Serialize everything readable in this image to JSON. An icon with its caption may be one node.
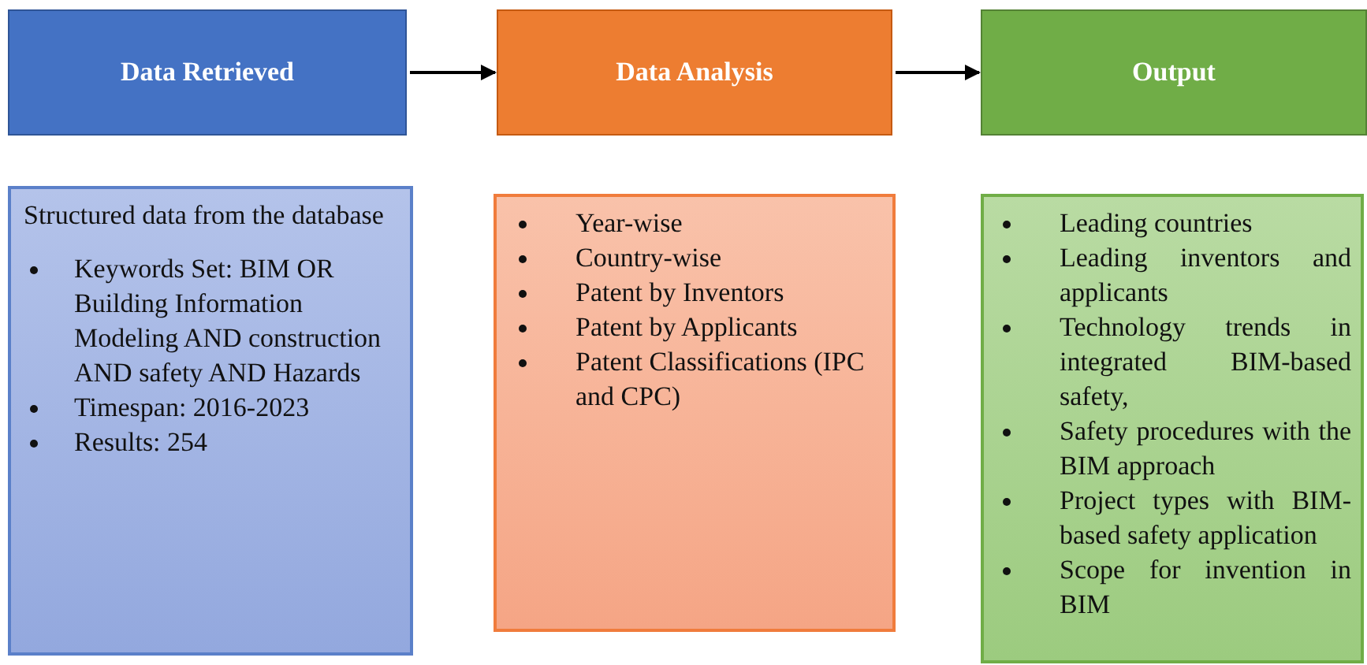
{
  "diagram": {
    "nodes": [
      {
        "text": [
          "Data Retrieved"
        ]
      },
      {
        "text": [
          "Data Analysis"
        ]
      },
      {
        "text": [
          "Output"
        ]
      },
      {
        "text": [
          "Structured data from the database",
          "Keywords Set: BIM OR Building Information Modeling AND construction AND safety AND Hazards",
          "Timespan: 2016-2023",
          "Results: 254"
        ]
      },
      {
        "text": [
          "Year-wise",
          "Country-wise",
          "Patent by Inventors",
          "Patent by Applicants",
          "Patent Classifications (IPC and CPC)"
        ]
      },
      {
        "text": [
          "Leading countries",
          "Leading inventors and applicants",
          "Technology trends in integrated BIM-based safety,",
          "Safety procedures with the BIM approach",
          "Project types with BIM-based safety application",
          "Scope for invention in BIM"
        ]
      }
    ],
    "edges": [
      {
        "from": 0,
        "to": 1,
        "arrow": "to"
      },
      {
        "from": 1,
        "to": 2,
        "arrow": "to"
      }
    ]
  }
}
